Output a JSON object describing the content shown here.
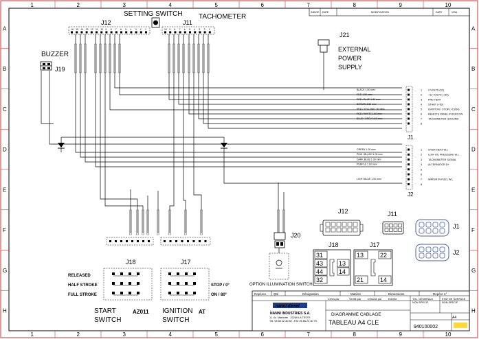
{
  "frame": {
    "columns": [
      "1",
      "2",
      "3",
      "4",
      "5",
      "6",
      "7",
      "8",
      "9",
      "10"
    ],
    "rows": [
      "A",
      "B",
      "C",
      "D",
      "E",
      "F",
      "G",
      "H"
    ]
  },
  "revision_table": {
    "headers": [
      "INDICE",
      "DATE",
      "MODIFICATION",
      "DATE",
      "VISA"
    ]
  },
  "labels": {
    "setting_switch": "SETTING SWITCH",
    "tachometer": "TACHOMETER",
    "buzzer": "BUZZER",
    "j12": "J12",
    "j11": "J11",
    "j19": "J19",
    "j21": "J21",
    "external_power_1": "EXTERNAL",
    "external_power_2": "POWER",
    "external_power_3": "SUPPLY",
    "j1": "J1",
    "j2": "J2",
    "j20": "J20",
    "j18": "J18",
    "j17": "J17",
    "option_illumination": "OPTION ILLUMINATION SWITCH",
    "released": "RELEASED",
    "half_stroke": "HALF STROKE",
    "full_stroke": "FULL STROKE",
    "stop_0": "STOP / 0°",
    "on_80": "ON / 80°",
    "start_1": "START",
    "start_2": "SWITCH",
    "az011": "AZ011",
    "ignition_1": "IGNITION",
    "ignition_2": "SWITCH",
    "at": "AT",
    "j12_conn": "J12",
    "j11_conn": "J11",
    "j1_conn": "J1",
    "j2_conn": "J2",
    "j18_conn": "J18",
    "j17_conn": "J17"
  },
  "j1_wires": [
    {
      "color": "BLACK 1.50 mm²",
      "num": "1",
      "func": "0 VOLTS (31)"
    },
    {
      "color": "RED 1.50 mm²",
      "num": "2",
      "func": "+12 VOLTS (+30)"
    },
    {
      "color": "RED / BLUE 1.50 mm²",
      "num": "3",
      "func": "PRE-HEAT"
    },
    {
      "color": "BROWN 1.50 mm²",
      "num": "4",
      "func": "START (+50)"
    },
    {
      "color": "RED / YELLOW 1.50 mm²",
      "num": "5",
      "func": "IGNITION / STOP (+15/54)"
    },
    {
      "color": "RED / WHITE 1.50 mm²",
      "num": "6",
      "func": "REMOTE PANEL INTERCON."
    },
    {
      "color": "BLUE / GREY 1.50 mm²",
      "num": "7",
      "func": "TACHOMETER GROUND"
    },
    {
      "color": "",
      "num": "8",
      "func": ""
    }
  ],
  "j2_wires": [
    {
      "color": "GREEN 1.00 mm²",
      "num": "1",
      "func": "OVER HEAT W.L"
    },
    {
      "color": "PINK / BLACK 1.00 mm²",
      "num": "2",
      "func": "LOW OIL PRESSURE W.L"
    },
    {
      "color": "DARK BLUE 1.00 mm²",
      "num": "3",
      "func": "TACHOMETER SIGNAL"
    },
    {
      "color": "PURPLE 1.00 mm²",
      "num": "4",
      "func": "ALTERNATOR D+"
    },
    {
      "color": "",
      "num": "5",
      "func": ""
    },
    {
      "color": "",
      "num": "6",
      "func": ""
    },
    {
      "color": "LIGHT BLUE 1.00 mm²",
      "num": "7",
      "func": "WATER IN FUEL W.L"
    },
    {
      "color": "",
      "num": "8",
      "func": ""
    }
  ],
  "j17_pins": [
    "31",
    "43",
    "44",
    "32"
  ],
  "j18_pins": [
    "13",
    "14",
    "21",
    "22"
  ],
  "title_block": {
    "company": "nanni diesel",
    "company_full": "NANNI INDUSTRIES S.A.",
    "address": "11, Av. Marbotte - 33260 LA TESTE",
    "phone": "Tél. 05 56 22 30 60 - Fax 05 56 22 30 79",
    "drawing_type": "DIAGRAMME CABLAGE",
    "drawing_title": "TABLEAU A4 CLE",
    "drawing_number": "940100002",
    "fmt": "A4",
    "labels": [
      "Repères",
      "Qté",
      "Désignation",
      "Matière",
      "Dimensions",
      "Repère n°"
    ],
    "row2": [
      "Crées par",
      "Vérifié par",
      "Dessiné par",
      "Echelle"
    ],
    "tol1": "TOL. GENERALE",
    "tol2": "NON SPECIF.",
    "etat1": "ETAT DE SURFACE",
    "etat2": "NON SPECIF."
  }
}
